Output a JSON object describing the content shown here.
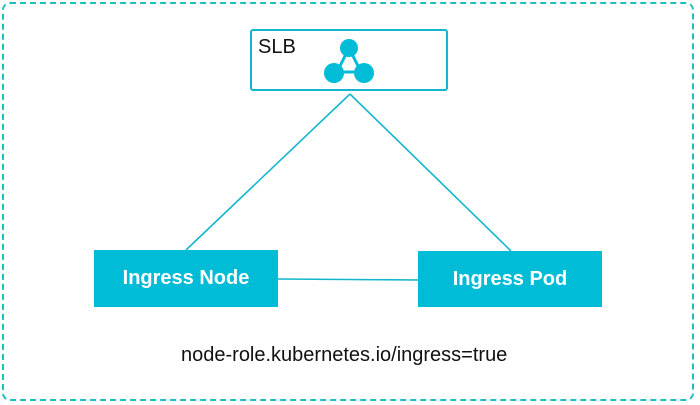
{
  "slb": {
    "label": "SLB",
    "icon": "load-balancer-icon"
  },
  "nodes": {
    "ingress_node": "Ingress Node",
    "ingress_pod": "Ingress Pod"
  },
  "node_label": "node-role.kubernetes.io/ingress=true",
  "colors": {
    "accent": "#00bcd6",
    "line": "#13b5cf",
    "frame": "#1fbfbf",
    "text": "#111111"
  }
}
